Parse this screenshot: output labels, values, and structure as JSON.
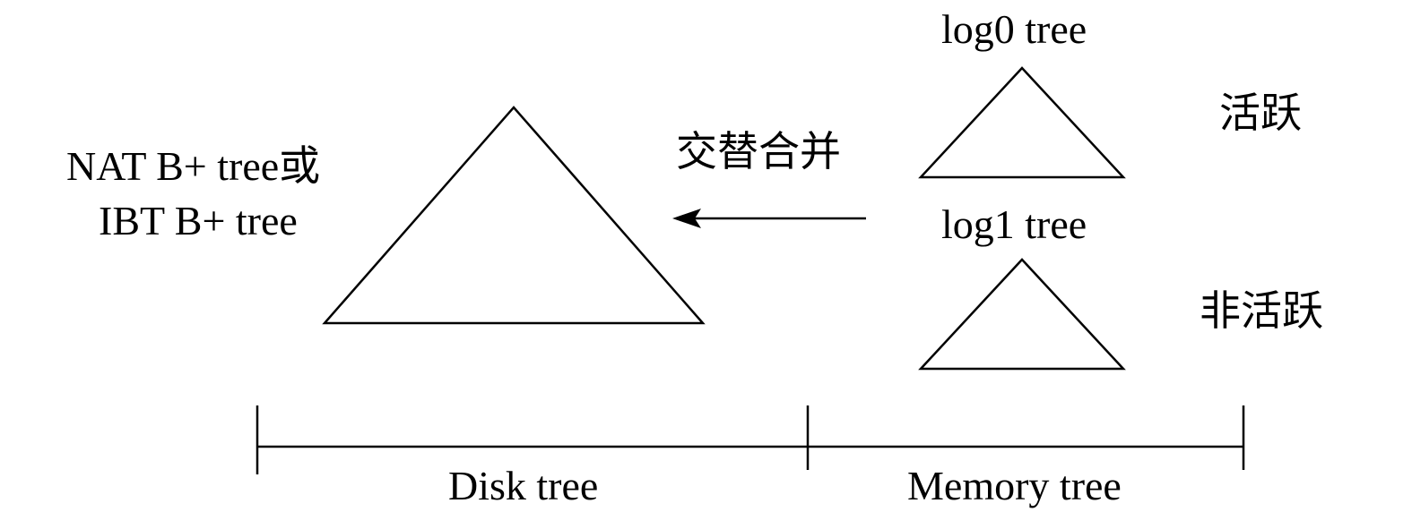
{
  "disk_tree": {
    "label_line1": "NAT B+ tree或",
    "label_line2": "IBT B+ tree"
  },
  "merge_label": "交替合并",
  "memory_trees": {
    "log0": {
      "name": "log0 tree",
      "state": "活跃"
    },
    "log1": {
      "name": "log1 tree",
      "state": "非活跃"
    }
  },
  "axis": {
    "disk_label": "Disk tree",
    "memory_label": "Memory tree"
  }
}
